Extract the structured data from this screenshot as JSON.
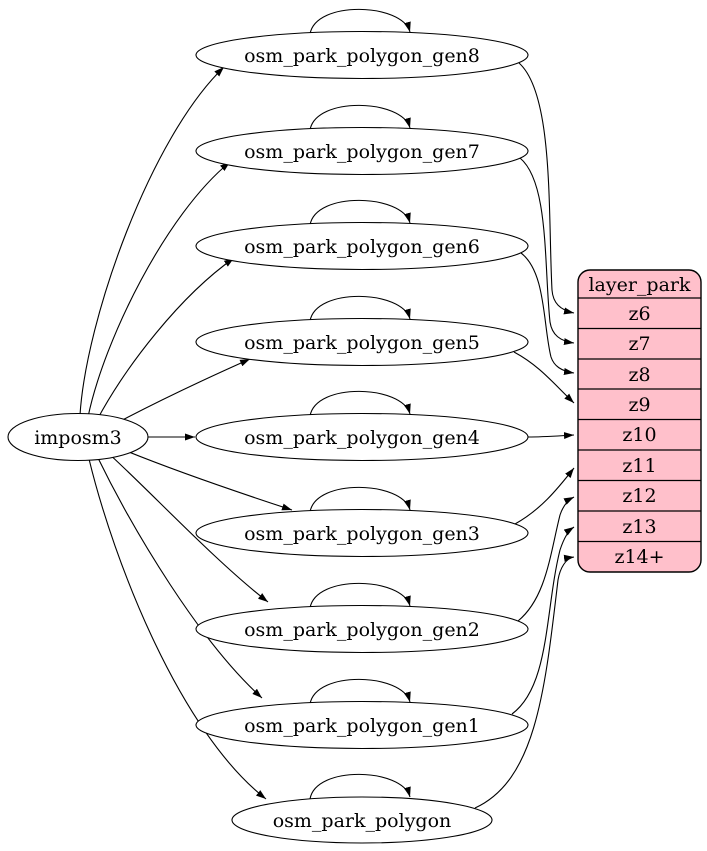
{
  "colors": {
    "background": "#ffffff",
    "node_fill": "#ffffff",
    "table_fill": "#ffc0cb",
    "line": "#000000",
    "text": "#000000"
  },
  "imposm": {
    "label": "imposm3"
  },
  "generalized_tables": [
    {
      "label": "osm_park_polygon_gen8",
      "target_zoom": "z6"
    },
    {
      "label": "osm_park_polygon_gen7",
      "target_zoom": "z7"
    },
    {
      "label": "osm_park_polygon_gen6",
      "target_zoom": "z8"
    },
    {
      "label": "osm_park_polygon_gen5",
      "target_zoom": "z9"
    },
    {
      "label": "osm_park_polygon_gen4",
      "target_zoom": "z10"
    },
    {
      "label": "osm_park_polygon_gen3",
      "target_zoom": "z11"
    },
    {
      "label": "osm_park_polygon_gen2",
      "target_zoom": "z12"
    },
    {
      "label": "osm_park_polygon_gen1",
      "target_zoom": "z13"
    },
    {
      "label": "osm_park_polygon",
      "target_zoom": "z14+"
    }
  ],
  "layer_table": {
    "title": "layer_park",
    "rows": [
      "z6",
      "z7",
      "z8",
      "z9",
      "z10",
      "z11",
      "z12",
      "z13",
      "z14+"
    ]
  }
}
